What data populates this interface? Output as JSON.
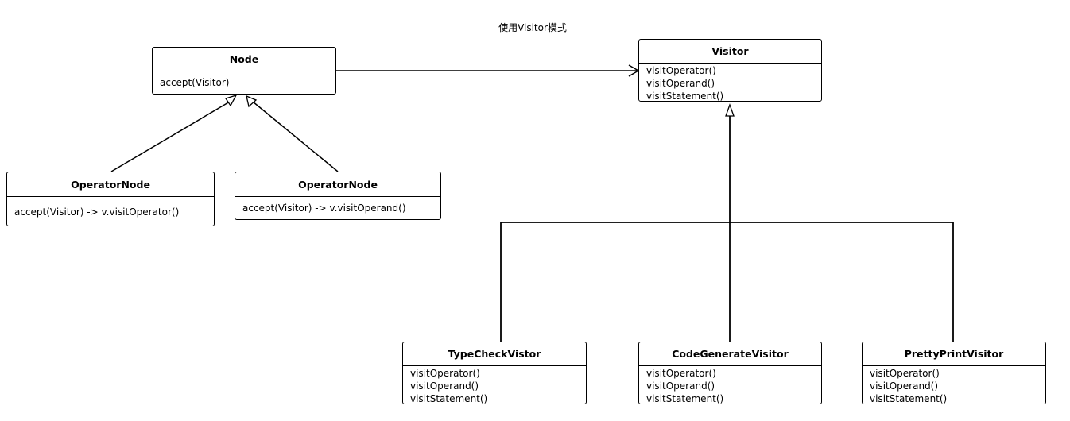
{
  "title": "使用Visitor模式",
  "classes": {
    "node": {
      "name": "Node",
      "methods": [
        "accept(Visitor)"
      ]
    },
    "operator_node_1": {
      "name": "OperatorNode",
      "methods": [
        "accept(Visitor) -> v.visitOperator()"
      ]
    },
    "operator_node_2": {
      "name": "OperatorNode",
      "methods": [
        "accept(Visitor) -> v.visitOperand()"
      ]
    },
    "visitor": {
      "name": "Visitor",
      "methods": [
        "visitOperator()",
        "visitOperand()",
        "visitStatement()"
      ]
    },
    "type_check_visitor": {
      "name": "TypeCheckVistor",
      "methods": [
        "visitOperator()",
        "visitOperand()",
        "visitStatement()"
      ]
    },
    "code_generate_visitor": {
      "name": "CodeGenerateVisitor",
      "methods": [
        "visitOperator()",
        "visitOperand()",
        "visitStatement()"
      ]
    },
    "pretty_print_visitor": {
      "name": "PrettyPrintVisitor",
      "methods": [
        "visitOperator()",
        "visitOperand()",
        "visitStatement()"
      ]
    }
  }
}
